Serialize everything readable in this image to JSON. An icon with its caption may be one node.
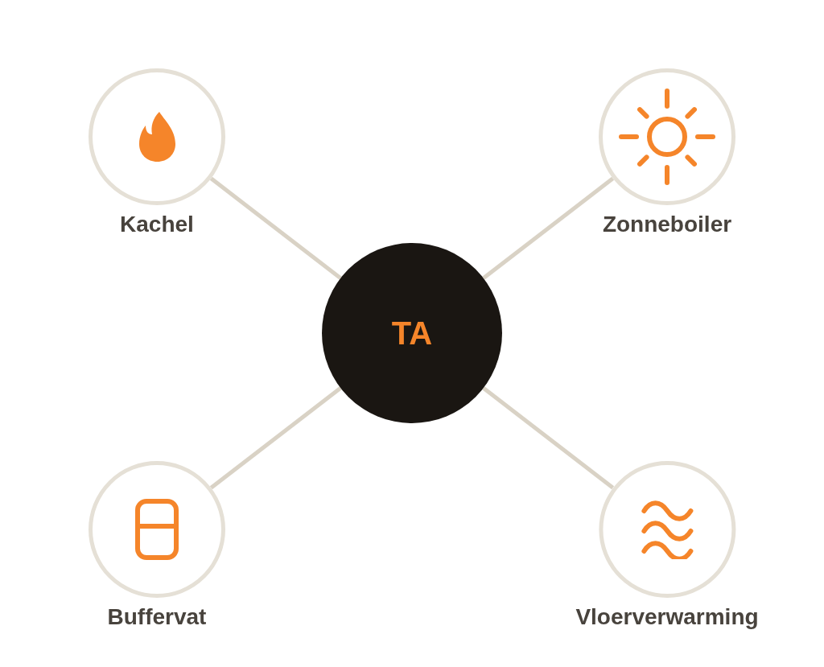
{
  "diagram": {
    "nodes": [
      {
        "text": [
          "TA"
        ]
      },
      {
        "text": [
          "Kachel"
        ]
      },
      {
        "text": [
          "Zonneboiler"
        ]
      },
      {
        "text": [
          "Buffervat"
        ]
      },
      {
        "text": [
          "Vloerverwarming"
        ]
      }
    ],
    "edges": [
      {
        "from": 0,
        "to": 1,
        "arrow": "none"
      },
      {
        "from": 0,
        "to": 2,
        "arrow": "none"
      },
      {
        "from": 0,
        "to": 3,
        "arrow": "none"
      },
      {
        "from": 0,
        "to": 4,
        "arrow": "none"
      }
    ]
  }
}
